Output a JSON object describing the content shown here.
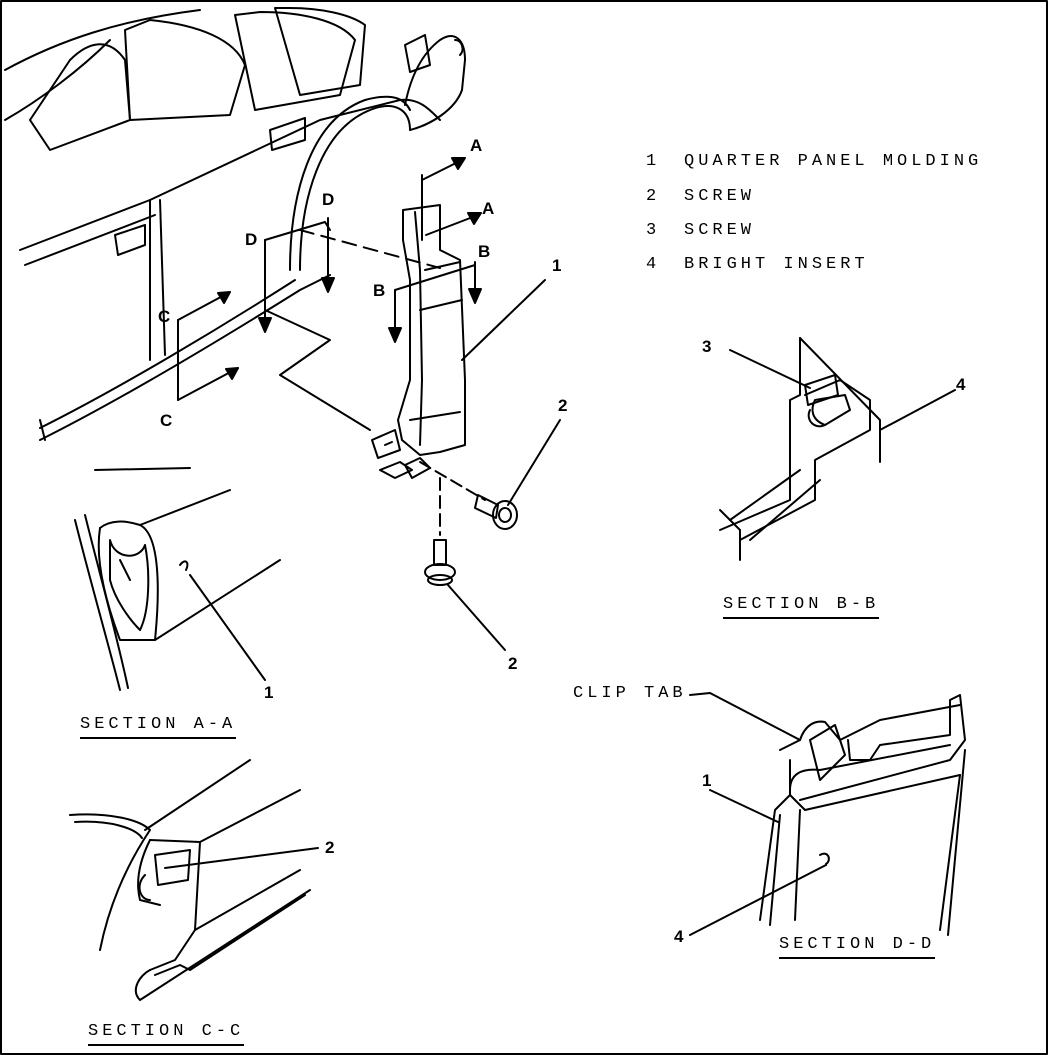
{
  "legend": [
    {
      "num": "1",
      "text": "QUARTER PANEL MOLDING"
    },
    {
      "num": "2",
      "text": "SCREW"
    },
    {
      "num": "3",
      "text": "SCREW"
    },
    {
      "num": "4",
      "text": "BRIGHT INSERT"
    }
  ],
  "sections": {
    "aa": "SECTION A-A",
    "bb": "SECTION B-B",
    "cc": "SECTION C-C",
    "dd": "SECTION D-D"
  },
  "callouts": {
    "clip_tab": "CLIP TAB",
    "main_1": "1",
    "main_2_screw_side": "2",
    "main_2_screw_bottom": "2",
    "aa_1": "1",
    "bb_3": "3",
    "bb_4": "4",
    "cc_2": "2",
    "dd_1": "1",
    "dd_4": "4"
  },
  "section_letters": {
    "a1": "A",
    "a2": "A",
    "b1": "B",
    "b2": "B",
    "c1": "C",
    "c2": "C",
    "d1": "D",
    "d2": "D"
  }
}
